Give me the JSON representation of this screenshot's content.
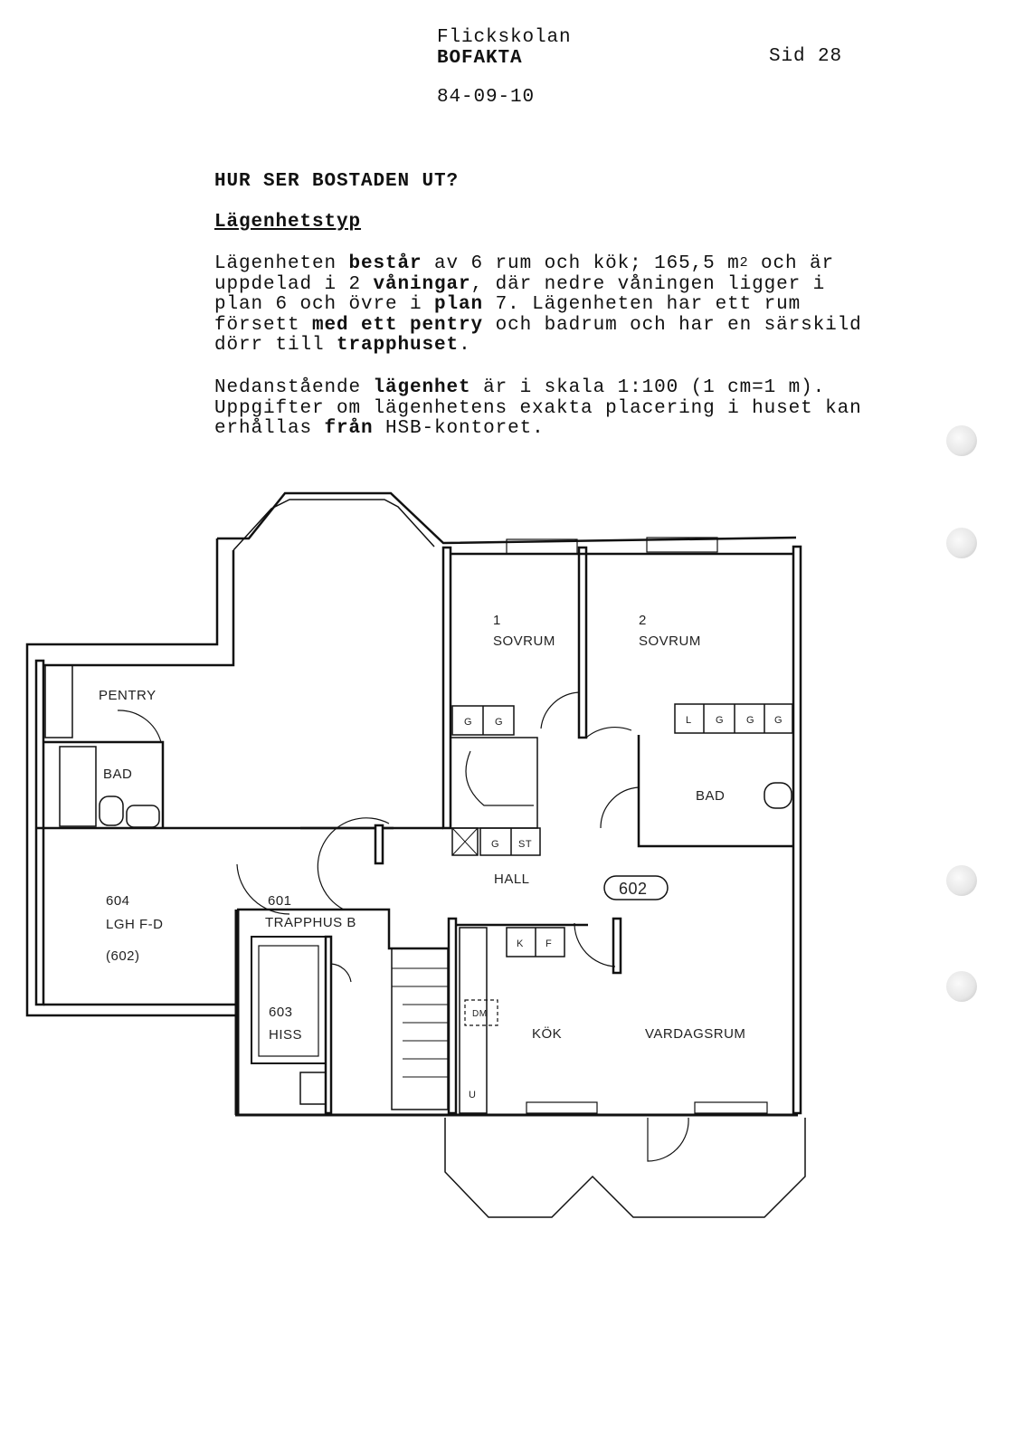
{
  "header": {
    "school": "Flickskolan",
    "doc": "BOFAKTA",
    "page": "Sid 28",
    "date": "84-09-10"
  },
  "heading": "HUR SER BOSTADEN UT?",
  "subheading": "Lägenhetstyp",
  "para1": {
    "l1a": "Lägenheten ",
    "l1b": "består",
    "l1c": " av 6 rum och kök; 165,5 m",
    "l1sup": "2",
    "l1d": " och är",
    "l2a": "uppdelad i 2 ",
    "l2b": "våningar",
    "l2c": ", där nedre våningen ligger i",
    "l3a": "plan 6 och övre i ",
    "l3b": "plan",
    "l3c": " 7. Lägenheten har ett rum",
    "l4a": "försett ",
    "l4b": "med ett pentry",
    "l4c": " och badrum och har en särskild",
    "l5a": "dörr till ",
    "l5b": "trapphuset",
    "l5c": "."
  },
  "para2": {
    "l1a": "Nedanstående ",
    "l1b": "lägenhet",
    "l1c": " är i skala 1:100 (1 cm=1 m).",
    "l2": "Uppgifter om lägenhetens exakta placering i huset kan",
    "l3a": "erhållas ",
    "l3b": "från",
    "l3c": " HSB-kontoret."
  },
  "plan": {
    "bed1_num": "1",
    "bed1": "SOVRUM",
    "bed2_num": "2",
    "bed2": "SOVRUM",
    "pentry": "PENTRY",
    "bad_left": "BAD",
    "bad_right": "BAD",
    "hall": "HALL",
    "apt_badge": "602",
    "lgh_num": "604",
    "lgh": "LGH F-D",
    "lgh_ref": "(602)",
    "stair_num": "601",
    "stair": "TRAPPHUS B",
    "lift_num": "603",
    "lift": "HISS",
    "kitchen": "KÖK",
    "living": "VARDAGSRUM",
    "wardrobe_g": "G",
    "wardrobe_l": "L",
    "st": "ST",
    "k": "K",
    "f": "F",
    "dm": "DM",
    "u": "U"
  }
}
